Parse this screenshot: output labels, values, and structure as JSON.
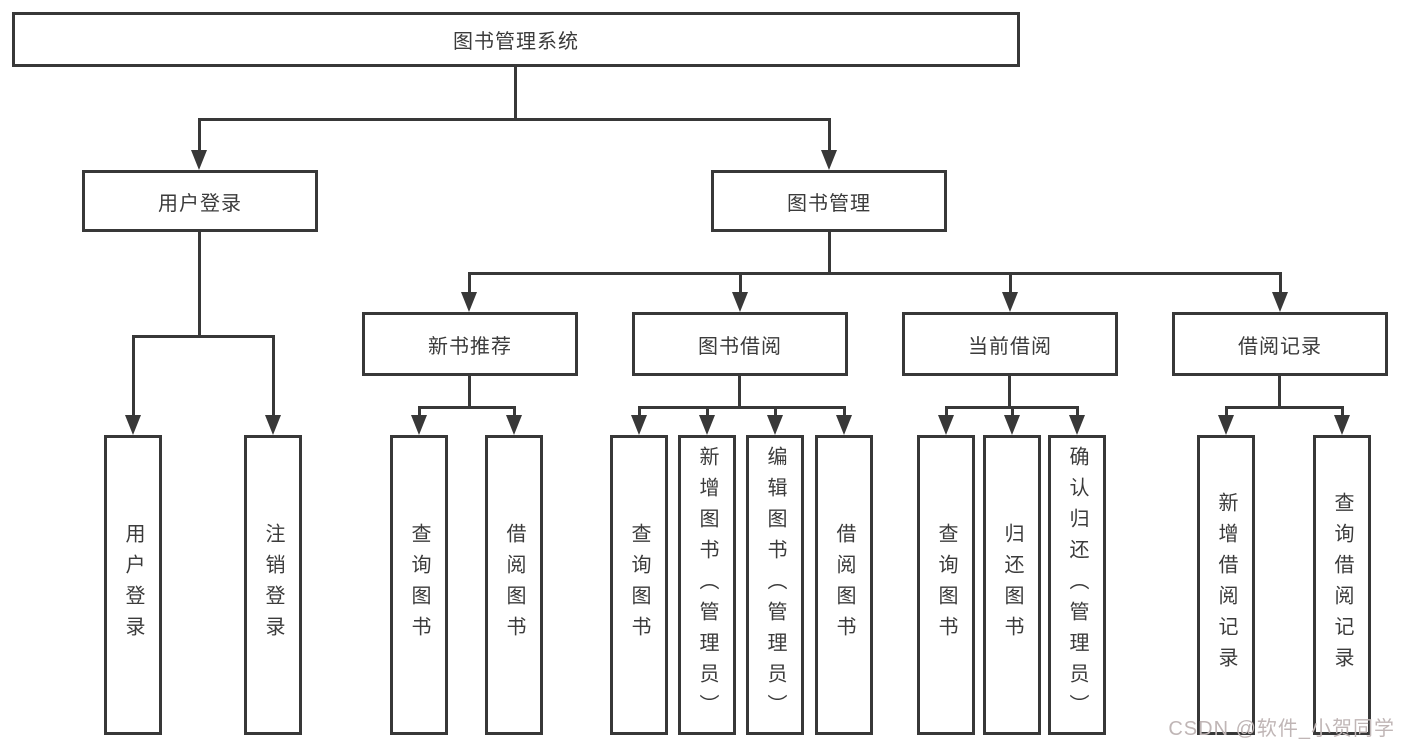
{
  "diagram": {
    "root": "图书管理系统",
    "branches": [
      {
        "label": "用户登录",
        "children": [
          "用户登录",
          "注销登录"
        ]
      },
      {
        "label": "图书管理",
        "sections": [
          {
            "label": "新书推荐",
            "children": [
              "查询图书",
              "借阅图书"
            ]
          },
          {
            "label": "图书借阅",
            "children": [
              "查询图书",
              "新增图书（管理员）",
              "编辑图书（管理员）",
              "借阅图书"
            ]
          },
          {
            "label": "当前借阅",
            "children": [
              "查询图书",
              "归还图书",
              "确认归还（管理员）"
            ]
          },
          {
            "label": "借阅记录",
            "children": [
              "新增借阅记录",
              "查询借阅记录"
            ]
          }
        ]
      }
    ]
  },
  "watermark": "CSDN @软件_小贺同学",
  "colors": {
    "line": "#383838",
    "text": "#3b3b3b",
    "watermark": "#c0b6b6",
    "background": "#ffffff"
  }
}
